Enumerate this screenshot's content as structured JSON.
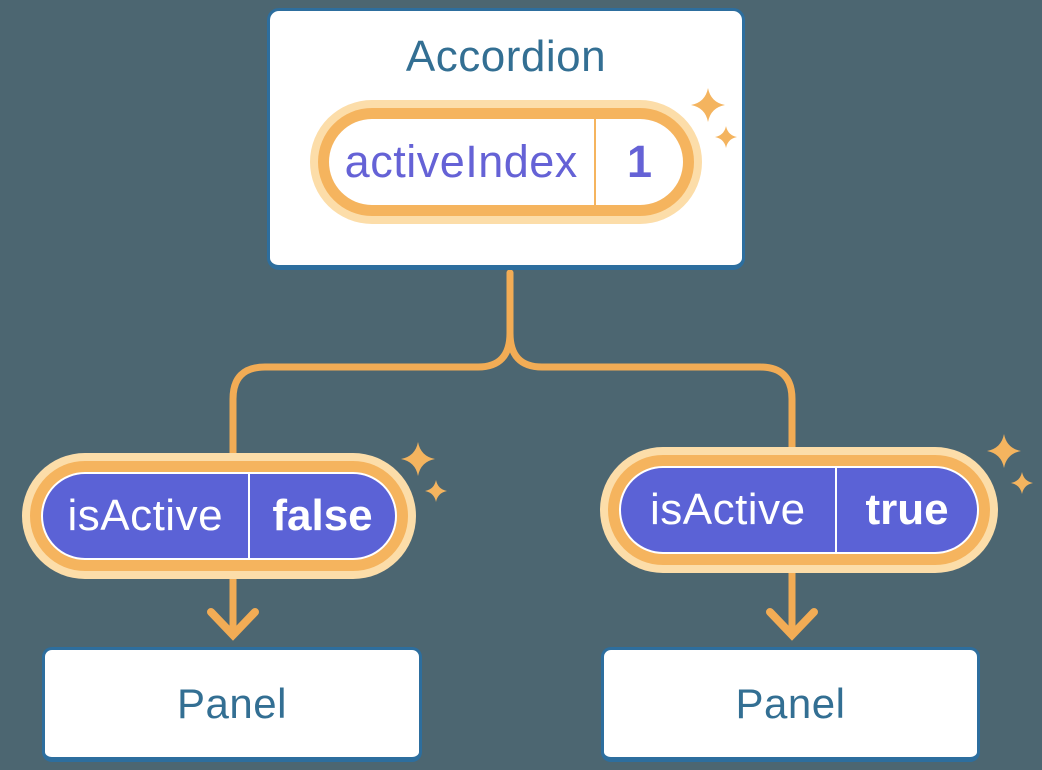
{
  "colors": {
    "background": "#4C6671",
    "card_bg": "#FFFFFF",
    "blue_border": "#2D6E9E",
    "blue_text": "#336F93",
    "purple_fill": "#5B62D6",
    "purple_text": "#6562D6",
    "orange_line": "#F2AC55",
    "orange_ring": "#F5B45E",
    "orange_pale": "#FCDDA9",
    "sparkle": "#F4B45F",
    "white_text": "#FFFFFF"
  },
  "diagram": {
    "root": {
      "title": "Accordion",
      "state": {
        "name": "activeIndex",
        "value": "1"
      }
    },
    "children": [
      {
        "prop": {
          "name": "isActive",
          "value": "false"
        },
        "panel": {
          "label": "Panel"
        }
      },
      {
        "prop": {
          "name": "isActive",
          "value": "true"
        },
        "panel": {
          "label": "Panel"
        }
      }
    ],
    "icons": {
      "sparkle": "sparkle-icon"
    }
  }
}
